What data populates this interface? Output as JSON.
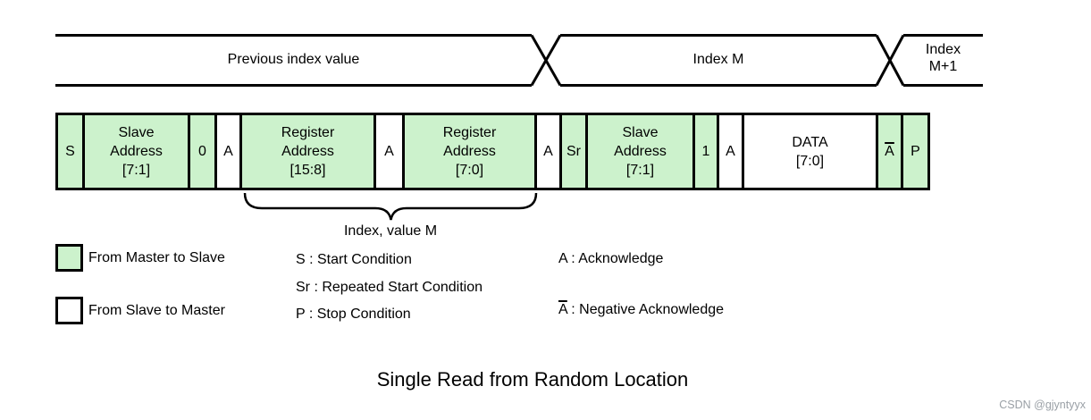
{
  "band": {
    "segments": [
      {
        "label": "Previous index value"
      },
      {
        "label": "Index M"
      },
      {
        "label": "Index\nM+1"
      }
    ]
  },
  "bar": {
    "cells": [
      {
        "label": "S",
        "fill": "green"
      },
      {
        "label": "Slave\nAddress\n[7:1]",
        "fill": "green"
      },
      {
        "label": "0",
        "fill": "green"
      },
      {
        "label": "A",
        "fill": "white"
      },
      {
        "label": "Register\nAddress\n[15:8]",
        "fill": "green"
      },
      {
        "label": "A",
        "fill": "white"
      },
      {
        "label": "Register\nAddress\n[7:0]",
        "fill": "green"
      },
      {
        "label": "A",
        "fill": "white"
      },
      {
        "label": "Sr",
        "fill": "green"
      },
      {
        "label": "Slave\nAddress\n[7:1]",
        "fill": "green"
      },
      {
        "label": "1",
        "fill": "green"
      },
      {
        "label": "A",
        "fill": "white"
      },
      {
        "label": "DATA\n[7:0]",
        "fill": "white"
      },
      {
        "label": "A",
        "fill": "green",
        "overline": "true"
      },
      {
        "label": "P",
        "fill": "green"
      }
    ]
  },
  "brace": {
    "label": "Index, value M"
  },
  "legend": {
    "master_label": "From Master to Slave",
    "slave_label": "From Slave to Master"
  },
  "defs": {
    "start": {
      "symbol": "S",
      "rest": " : Start Condition"
    },
    "rstart": {
      "symbol": "Sr",
      "rest": " : Repeated Start Condition"
    },
    "stop": {
      "symbol": "P",
      "rest": " : Stop Condition"
    },
    "ack": {
      "symbol": "A",
      "rest": " : Acknowledge"
    },
    "nack": {
      "symbol": "A",
      "rest": " : Negative Acknowledge"
    }
  },
  "title": "Single Read from Random Location",
  "watermark": "CSDN @gjyntyyx",
  "colors": {
    "master_fill": "#ccf2cc",
    "slave_fill": "#ffffff",
    "line": "#000000",
    "watermark_text": "#9aa0a6"
  }
}
